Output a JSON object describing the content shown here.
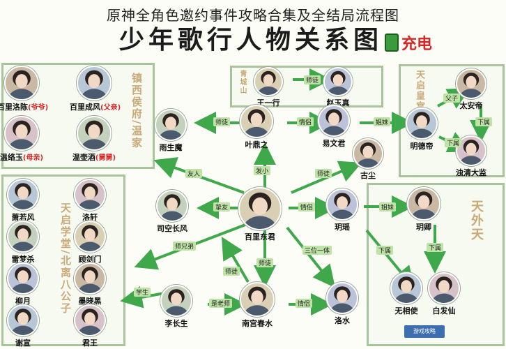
{
  "page_heading": "原神全角色邀约事件攻略合集及全结局流程图",
  "banner_title": "少年歌行人物关系图",
  "brand": "充电",
  "watermark_text": "游戏攻略",
  "group_labels": {
    "west_left": "镇西侯府/温家",
    "qingshan": "青城山",
    "palace": "天启皇宫",
    "academy": "天启学堂/北离八公子",
    "outer": "天外天"
  },
  "colors": {
    "accent_green": "#3fa84a",
    "edge_label_bg": "#bfe3a6",
    "role_red": "#d62828",
    "box_border": "#a8c49a"
  },
  "nodes": [
    {
      "id": "n1",
      "name": "百里洛陈",
      "role": "(爷爷)"
    },
    {
      "id": "n2",
      "name": "百里成风",
      "role": "(父亲)"
    },
    {
      "id": "n3",
      "name": "温络玉",
      "role": "(母亲)"
    },
    {
      "id": "n4",
      "name": "温壶酒",
      "role": "(舅舅)"
    },
    {
      "id": "n5",
      "name": "王一行",
      "role": ""
    },
    {
      "id": "n6",
      "name": "赵玉真",
      "role": ""
    },
    {
      "id": "n7",
      "name": "太安帝",
      "role": ""
    },
    {
      "id": "n8",
      "name": "明德帝",
      "role": ""
    },
    {
      "id": "n9",
      "name": "浊清大监",
      "role": ""
    },
    {
      "id": "n10",
      "name": "雨生魔",
      "role": ""
    },
    {
      "id": "n11",
      "name": "叶鼎之",
      "role": ""
    },
    {
      "id": "n12",
      "name": "易文君",
      "role": ""
    },
    {
      "id": "n13",
      "name": "古尘",
      "role": ""
    },
    {
      "id": "n14",
      "name": "萧若风",
      "role": ""
    },
    {
      "id": "n15",
      "name": "洛轩",
      "role": ""
    },
    {
      "id": "n16",
      "name": "雷梦杀",
      "role": ""
    },
    {
      "id": "n17",
      "name": "顾剑门",
      "role": ""
    },
    {
      "id": "n18",
      "name": "柳月",
      "role": ""
    },
    {
      "id": "n19",
      "name": "墨晓黑",
      "role": ""
    },
    {
      "id": "n20",
      "name": "谢宣",
      "role": ""
    },
    {
      "id": "n21",
      "name": "君王",
      "role": ""
    },
    {
      "id": "n22",
      "name": "司空长风",
      "role": ""
    },
    {
      "id": "n23",
      "name": "百里东君",
      "role": ""
    },
    {
      "id": "n24",
      "name": "玥瑶",
      "role": ""
    },
    {
      "id": "n25",
      "name": "玥卿",
      "role": ""
    },
    {
      "id": "n26",
      "name": "无相使",
      "role": ""
    },
    {
      "id": "n27",
      "name": "白发仙",
      "role": ""
    },
    {
      "id": "n28",
      "name": "李长生",
      "role": ""
    },
    {
      "id": "n29",
      "name": "南宫春水",
      "role": ""
    },
    {
      "id": "n30",
      "name": "洛水",
      "role": ""
    }
  ],
  "edge_labels": {
    "e1": "师徒",
    "e2": "情侣",
    "e3": "姐妹",
    "e4": "师徒",
    "e5": "父子",
    "e6": "下属",
    "e7": "下属",
    "e8": "友人",
    "e9": "发小",
    "e10": "师徒",
    "e11": "挚友",
    "e12": "情侣",
    "e13": "姐妹",
    "e14": "师兄弟",
    "e15": "师徒",
    "e16": "师徒",
    "e17": "下属",
    "e18": "下属",
    "e19": "学生",
    "e20": "是老师",
    "e21": "情侣",
    "e22": "三位一体"
  }
}
